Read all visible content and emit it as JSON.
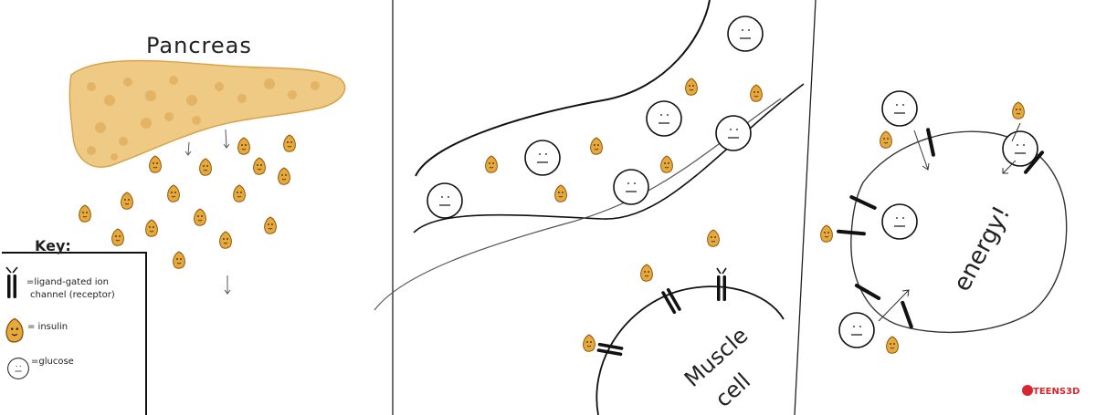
{
  "panel1": {
    "title": "Pancreas",
    "key_title": "Key:",
    "key_receptor_label_line1": "=ligand-gated ion",
    "key_receptor_label_line2": "channel (receptor)",
    "key_insulin_label": "= insulin",
    "key_glucose_label": "=glucose"
  },
  "panel3": {
    "cell_label": "energy!"
  },
  "panel2": {
    "cell_label_line1": "Muscle",
    "cell_label_line2": "cell"
  },
  "logo": {
    "text": "TEENS3D"
  },
  "colors": {
    "insulin_fill": "#e8a93a",
    "pancreas_fill": "#e9b85c",
    "ink": "#111111",
    "logo_red": "#d7262d"
  }
}
